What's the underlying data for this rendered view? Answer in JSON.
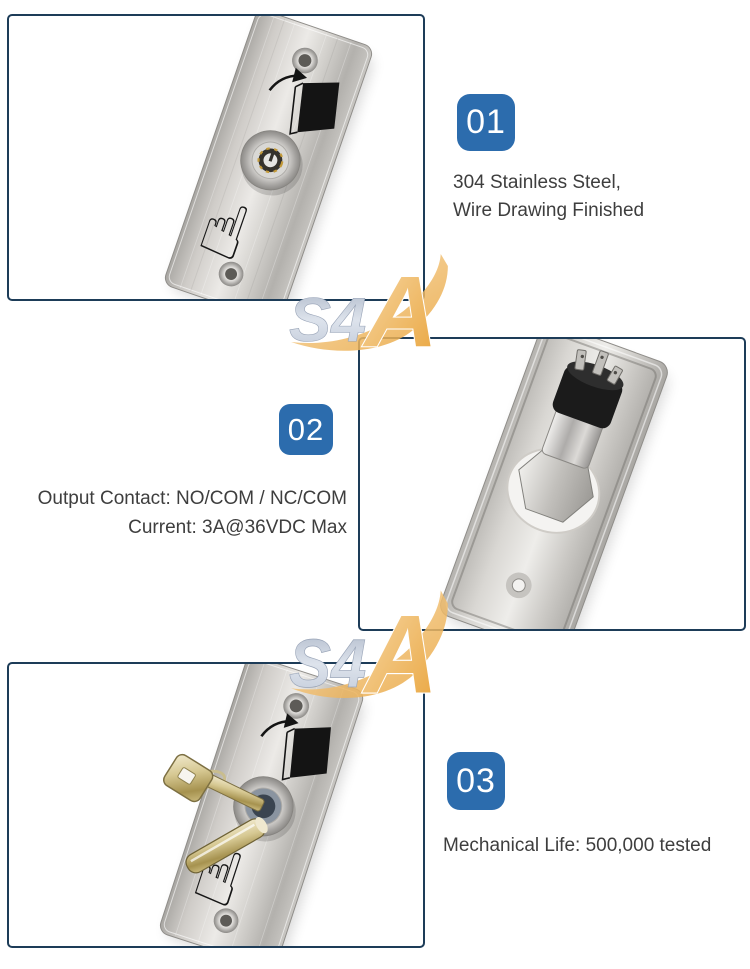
{
  "colors": {
    "badge_blue": "#2c6cad",
    "photo_border_navy": "#1d3c58",
    "body_text_gray": "#3e3e3e",
    "background": "#ffffff",
    "logo_accent_orange": "#e9a43b",
    "logo_letters_silver": "#c7cfdc"
  },
  "features": [
    {
      "number": "01",
      "lines": [
        "304 Stainless Steel,",
        "Wire Drawing Finished"
      ]
    },
    {
      "number": "02",
      "lines": [
        "Output Contact: NO/COM / NC/COM",
        "Current: 3A@36VDC Max"
      ]
    },
    {
      "number": "03",
      "lines": [
        "Mechanical Life: 500,000 tested"
      ]
    }
  ],
  "photos": [
    {
      "name": "exit-button-front-view",
      "description": "Tilted brushed stainless-steel exit button panel with door-open icon, key switch cylinder and press-finger icon"
    },
    {
      "name": "exit-button-back-view",
      "description": "Back of the panel showing black switch body with solder terminals, hex nut and white washer"
    },
    {
      "name": "exit-button-with-keys",
      "description": "Front of the panel with two keys inserted into the key switch"
    }
  ],
  "icons": {
    "press_finger_glyph": "☝"
  },
  "watermark": {
    "silver_letters": "S4",
    "accent_letter": "A"
  }
}
